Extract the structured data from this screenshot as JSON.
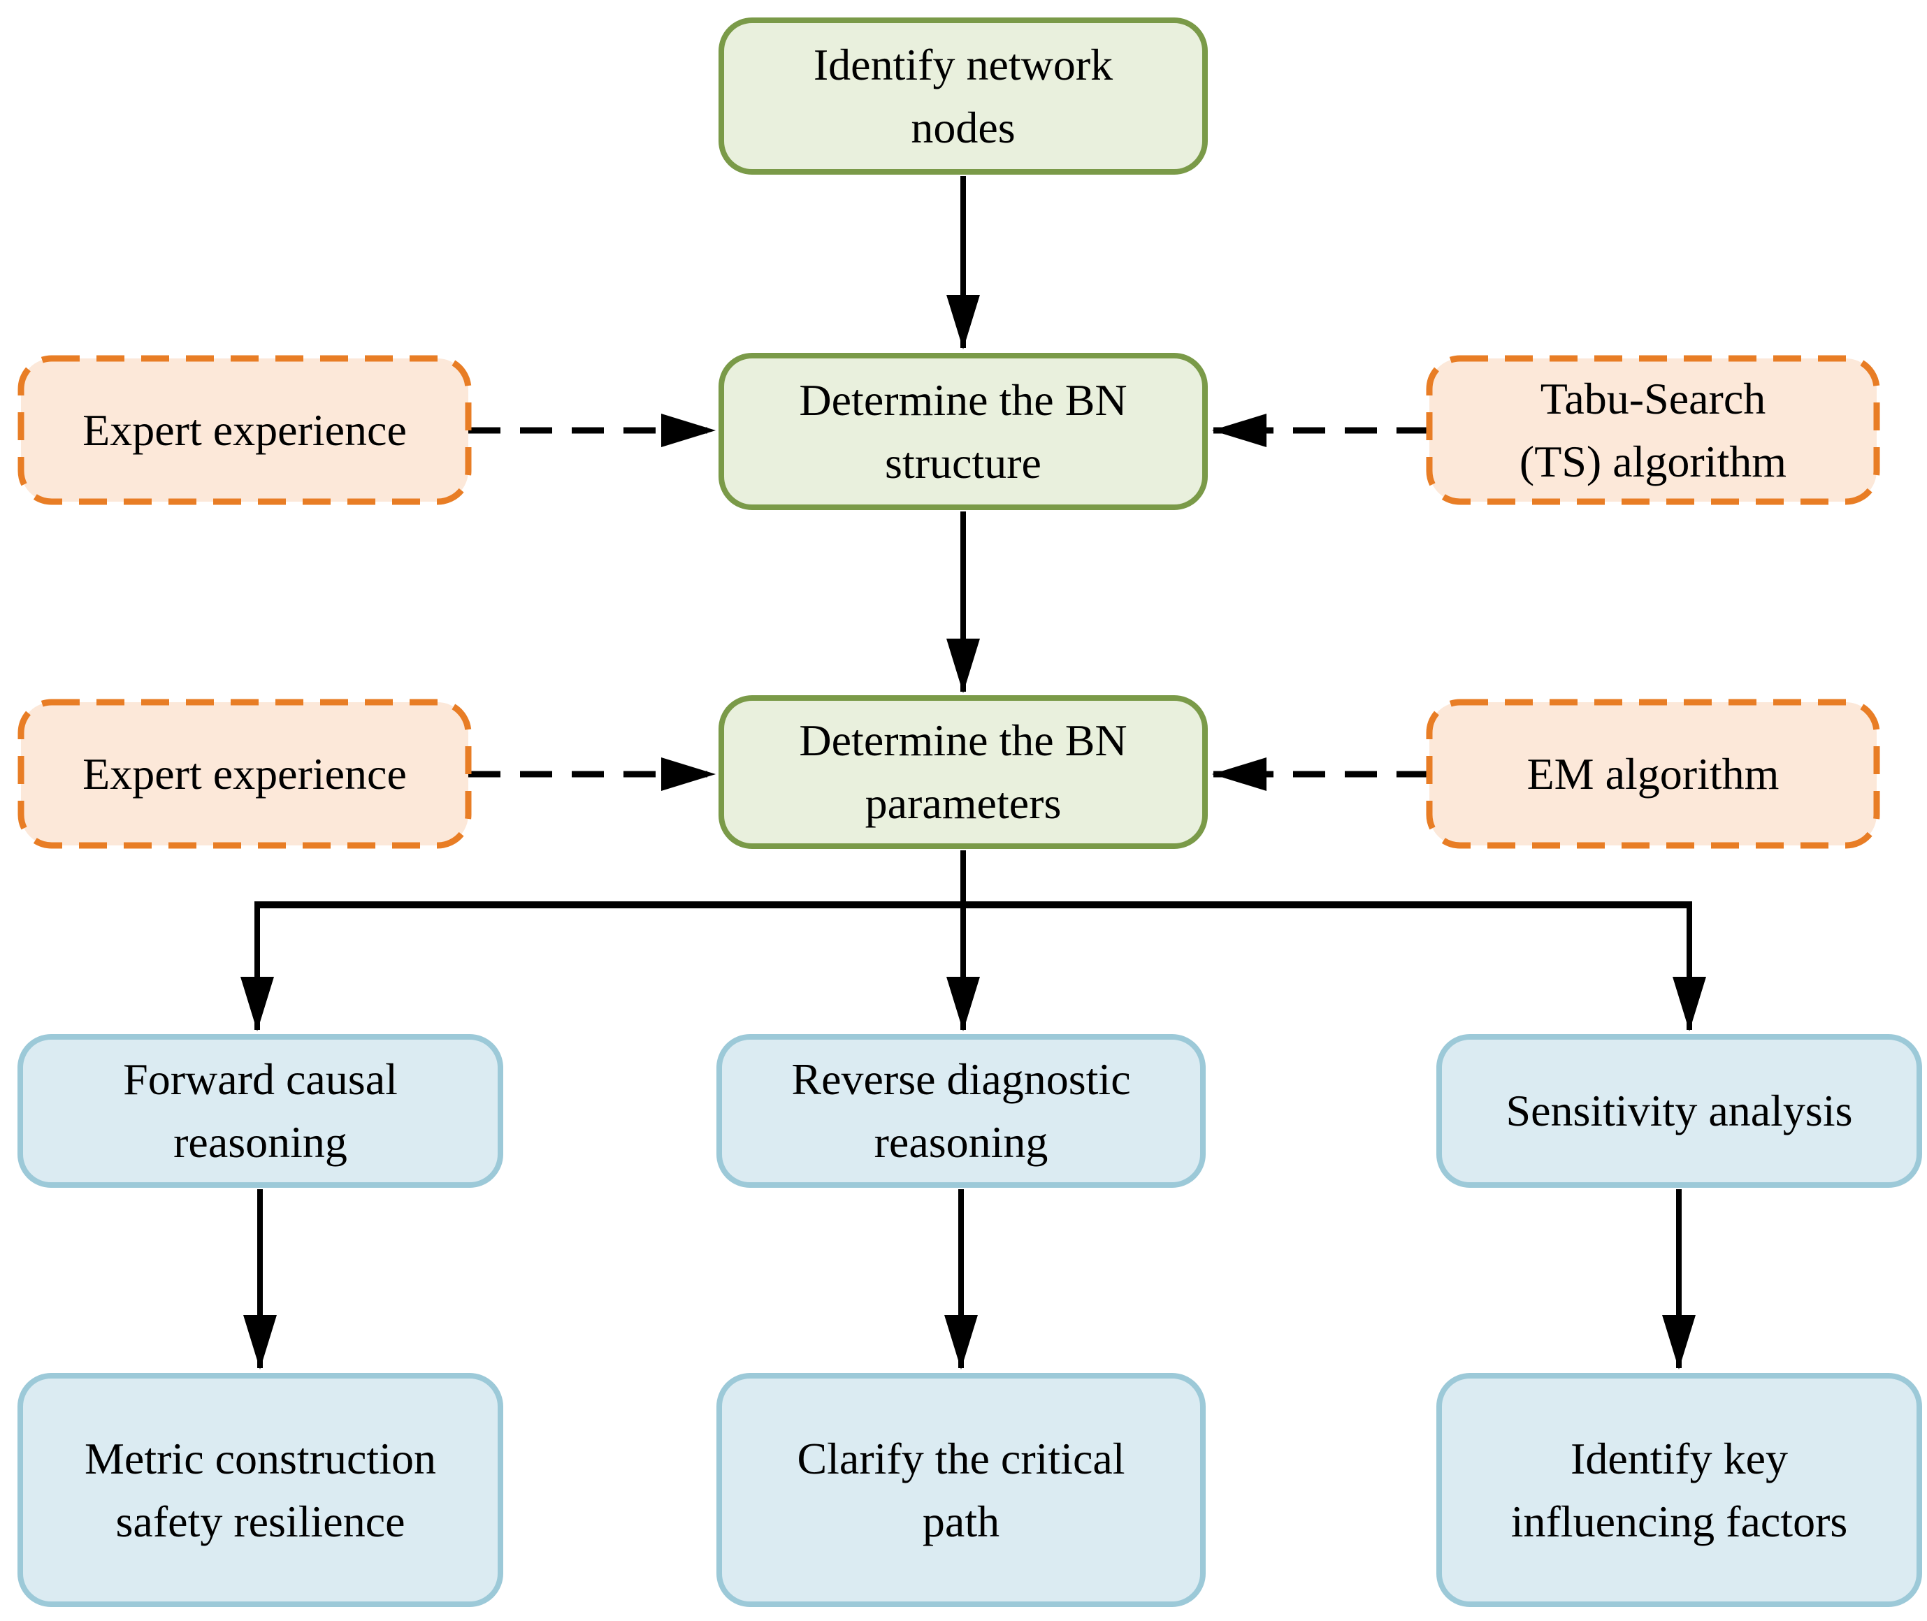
{
  "colors": {
    "green_fill": "#E9F0DD",
    "green_border": "#7A9A48",
    "orange_fill": "#FCE8D9",
    "orange_border": "#E87D25",
    "blue_fill": "#DBEBF2",
    "blue_border": "#9CC9D8",
    "line": "#000000",
    "background": "#FFFFFF"
  },
  "diagram": {
    "nodes": [
      {
        "id": "identify-network-nodes",
        "type": "process-green",
        "lines": [
          "Identify network",
          "nodes"
        ]
      },
      {
        "id": "expert-experience-structure",
        "type": "input-orange-dashed",
        "lines": [
          "Expert experience"
        ]
      },
      {
        "id": "determine-bn-structure",
        "type": "process-green",
        "lines": [
          "Determine the BN",
          "structure"
        ]
      },
      {
        "id": "tabu-search-algorithm",
        "type": "input-orange-dashed",
        "lines": [
          "Tabu-Search",
          "(TS) algorithm"
        ]
      },
      {
        "id": "expert-experience-parameters",
        "type": "input-orange-dashed",
        "lines": [
          "Expert experience"
        ]
      },
      {
        "id": "determine-bn-parameters",
        "type": "process-green",
        "lines": [
          "Determine the BN",
          "parameters"
        ]
      },
      {
        "id": "em-algorithm",
        "type": "input-orange-dashed",
        "lines": [
          "EM algorithm"
        ]
      },
      {
        "id": "forward-causal-reasoning",
        "type": "analysis-blue",
        "lines": [
          "Forward causal",
          "reasoning"
        ]
      },
      {
        "id": "reverse-diagnostic-reasoning",
        "type": "analysis-blue",
        "lines": [
          "Reverse diagnostic",
          "reasoning"
        ]
      },
      {
        "id": "sensitivity-analysis",
        "type": "analysis-blue",
        "lines": [
          "Sensitivity analysis"
        ]
      },
      {
        "id": "metric-construction-safety-resilience",
        "type": "output-blue",
        "lines": [
          "Metric construction",
          "safety resilience"
        ]
      },
      {
        "id": "clarify-the-critical-path",
        "type": "output-blue",
        "lines": [
          "Clarify the critical",
          "path"
        ]
      },
      {
        "id": "identify-key-influencing-factors",
        "type": "output-blue",
        "lines": [
          "Identify key",
          "influencing factors"
        ]
      }
    ],
    "edges": [
      {
        "from": "identify-network-nodes",
        "to": "determine-bn-structure",
        "style": "solid-arrow"
      },
      {
        "from": "expert-experience-structure",
        "to": "determine-bn-structure",
        "style": "dashed-arrow"
      },
      {
        "from": "tabu-search-algorithm",
        "to": "determine-bn-structure",
        "style": "dashed-arrow"
      },
      {
        "from": "determine-bn-structure",
        "to": "determine-bn-parameters",
        "style": "solid-arrow"
      },
      {
        "from": "expert-experience-parameters",
        "to": "determine-bn-parameters",
        "style": "dashed-arrow"
      },
      {
        "from": "em-algorithm",
        "to": "determine-bn-parameters",
        "style": "dashed-arrow"
      },
      {
        "from": "determine-bn-parameters",
        "to": "forward-causal-reasoning",
        "style": "solid-arrow"
      },
      {
        "from": "determine-bn-parameters",
        "to": "reverse-diagnostic-reasoning",
        "style": "solid-arrow"
      },
      {
        "from": "determine-bn-parameters",
        "to": "sensitivity-analysis",
        "style": "solid-arrow"
      },
      {
        "from": "forward-causal-reasoning",
        "to": "metric-construction-safety-resilience",
        "style": "solid-arrow"
      },
      {
        "from": "reverse-diagnostic-reasoning",
        "to": "clarify-the-critical-path",
        "style": "solid-arrow"
      },
      {
        "from": "sensitivity-analysis",
        "to": "identify-key-influencing-factors",
        "style": "solid-arrow"
      }
    ]
  }
}
